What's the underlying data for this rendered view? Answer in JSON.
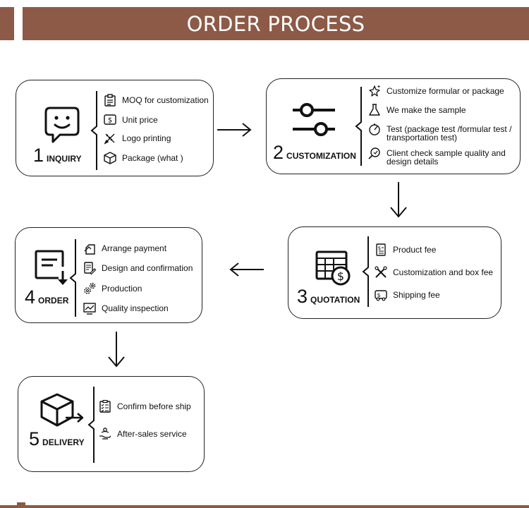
{
  "header": {
    "title": "ORDER PROCESS"
  },
  "steps": [
    {
      "number": "1",
      "label": "INQUIRY",
      "icon": "chat-face-icon",
      "items": [
        {
          "text": "MOQ for customization",
          "icon": "clipboard-icon"
        },
        {
          "text": "Unit price",
          "icon": "price-tag-icon"
        },
        {
          "text": "Logo printing",
          "icon": "pencil-ruler-icon"
        },
        {
          "text": "Package (what )",
          "icon": "box-icon"
        }
      ]
    },
    {
      "number": "2",
      "label": "CUSTOMIZATION",
      "icon": "sliders-icon",
      "items": [
        {
          "text": "Customize formular or package",
          "icon": "sparkle-star-icon"
        },
        {
          "text": "We make the sample",
          "icon": "flask-icon"
        },
        {
          "text": "Test (package test /formular test / transportation test)",
          "icon": "test-dial-icon"
        },
        {
          "text": "Client check sample quality and design details",
          "icon": "magnifier-icon"
        }
      ]
    },
    {
      "number": "3",
      "label": "QUOTATION",
      "icon": "spreadsheet-dollar-icon",
      "items": [
        {
          "text": "Product fee",
          "icon": "invoice-icon"
        },
        {
          "text": "Customization and box fee",
          "icon": "tools-icon"
        },
        {
          "text": "Shipping fee",
          "icon": "delivery-truck-icon"
        }
      ]
    },
    {
      "number": "4",
      "label": "ORDER",
      "icon": "document-download-icon",
      "items": [
        {
          "text": "Arrange payment",
          "icon": "payment-icon"
        },
        {
          "text": "Design and confirmation",
          "icon": "edit-doc-icon"
        },
        {
          "text": "Production",
          "icon": "gears-icon"
        },
        {
          "text": "Quality inspection",
          "icon": "monitor-chart-icon"
        }
      ]
    },
    {
      "number": "5",
      "label": "DELIVERY",
      "icon": "box-arrow-icon",
      "items": [
        {
          "text": "Confirm before ship",
          "icon": "checklist-icon"
        },
        {
          "text": "After-sales service",
          "icon": "hand-service-icon"
        }
      ]
    }
  ],
  "colors": {
    "brand": "#8c5a47",
    "line": "#222222",
    "text": "#111111"
  }
}
